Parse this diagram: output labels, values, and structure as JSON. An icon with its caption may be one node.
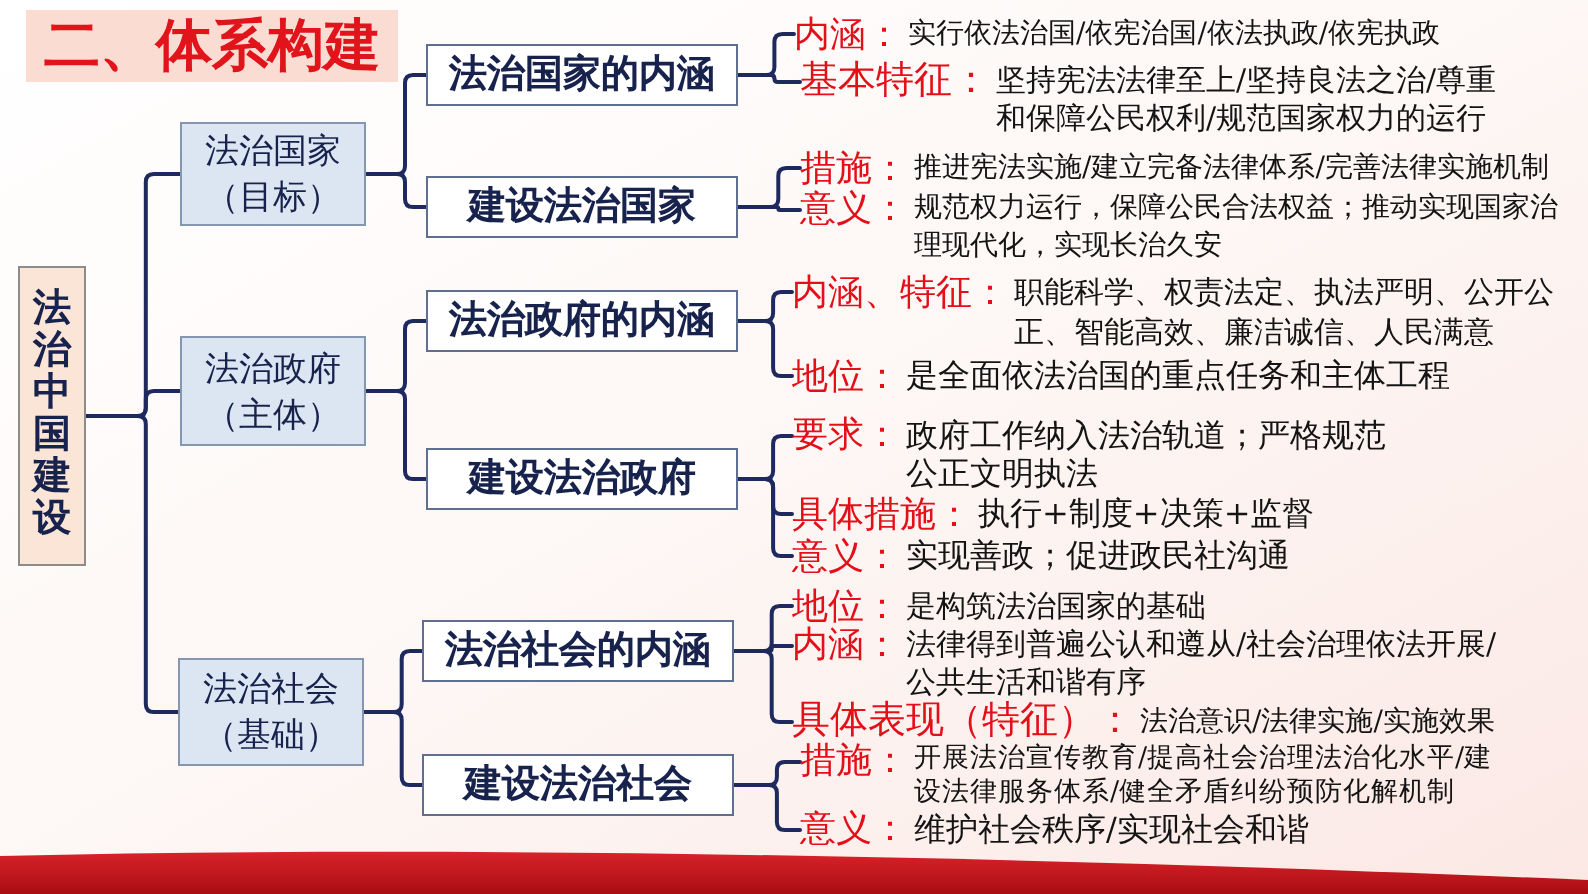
{
  "diagram": {
    "title": "二、体系构建",
    "nodes": [
      {
        "text": [
          "法治中国建设"
        ]
      },
      {
        "text": [
          "法治国家（目标）"
        ]
      },
      {
        "text": [
          "法治政府（主体）"
        ]
      },
      {
        "text": [
          "法治社会（基础）"
        ]
      },
      {
        "text": [
          "法治国家的内涵"
        ]
      },
      {
        "text": [
          "建设法治国家"
        ]
      },
      {
        "text": [
          "法治政府的内涵"
        ]
      },
      {
        "text": [
          "建设法治政府"
        ]
      },
      {
        "text": [
          "法治社会的内涵"
        ]
      },
      {
        "text": [
          "建设法治社会"
        ]
      },
      {
        "text": [
          "内涵：",
          "实行依法治国/依宪治国/依法执政/依宪执政"
        ]
      },
      {
        "text": [
          "基本特征：",
          "坚持宪法法律至上/坚持良法之治/尊重和保障公民权利/规范国家权力的运行"
        ]
      },
      {
        "text": [
          "措施：",
          "推进宪法实施/建立完备法律体系/完善法律实施机制"
        ]
      },
      {
        "text": [
          "意义：",
          "规范权力运行，保障公民合法权益；推动实现国家治理现代化，实现长治久安"
        ]
      },
      {
        "text": [
          "内涵、特征：",
          "职能科学、权责法定、执法严明、公开公正、智能高效、廉洁诚信、人民满意"
        ]
      },
      {
        "text": [
          "地位：",
          "是全面依法治国的重点任务和主体工程"
        ]
      },
      {
        "text": [
          "要求：",
          "政府工作纳入法治轨道；严格规范公正文明执法"
        ]
      },
      {
        "text": [
          "具体措施：",
          "执行+制度+决策+监督"
        ]
      },
      {
        "text": [
          "意义：",
          "实现善政；促进政民社沟通"
        ]
      },
      {
        "text": [
          "地位：",
          "是构筑法治国家的基础"
        ]
      },
      {
        "text": [
          "内涵：",
          "法律得到普遍公认和遵从/社会治理依法开展/公共生活和谐有序"
        ]
      },
      {
        "text": [
          "具体表现（特征）：",
          "法治意识/法律实施/实施效果"
        ]
      },
      {
        "text": [
          "措施：",
          "开展法治宣传教育/提高社会治理法治化水平/建设法律服务体系/健全矛盾纠纷预防化解机制"
        ]
      },
      {
        "text": [
          "意义：",
          "维护社会秩序/实现社会和谐"
        ]
      }
    ],
    "edges": [
      {
        "from": 0,
        "to": 1,
        "arrow": "none"
      },
      {
        "from": 0,
        "to": 2,
        "arrow": "none"
      },
      {
        "from": 0,
        "to": 3,
        "arrow": "none"
      },
      {
        "from": 1,
        "to": 4,
        "arrow": "none"
      },
      {
        "from": 1,
        "to": 5,
        "arrow": "none"
      },
      {
        "from": 2,
        "to": 6,
        "arrow": "none"
      },
      {
        "from": 2,
        "to": 7,
        "arrow": "none"
      },
      {
        "from": 3,
        "to": 8,
        "arrow": "none"
      },
      {
        "from": 3,
        "to": 9,
        "arrow": "none"
      },
      {
        "from": 4,
        "to": 10,
        "arrow": "none"
      },
      {
        "from": 4,
        "to": 11,
        "arrow": "none"
      },
      {
        "from": 5,
        "to": 12,
        "arrow": "none"
      },
      {
        "from": 5,
        "to": 13,
        "arrow": "none"
      },
      {
        "from": 6,
        "to": 14,
        "arrow": "none"
      },
      {
        "from": 6,
        "to": 15,
        "arrow": "none"
      },
      {
        "from": 7,
        "to": 16,
        "arrow": "none"
      },
      {
        "from": 7,
        "to": 17,
        "arrow": "none"
      },
      {
        "from": 7,
        "to": 18,
        "arrow": "none"
      },
      {
        "from": 8,
        "to": 19,
        "arrow": "none"
      },
      {
        "from": 8,
        "to": 20,
        "arrow": "none"
      },
      {
        "from": 8,
        "to": 21,
        "arrow": "none"
      },
      {
        "from": 9,
        "to": 22,
        "arrow": "none"
      },
      {
        "from": 9,
        "to": 23,
        "arrow": "none"
      }
    ]
  }
}
